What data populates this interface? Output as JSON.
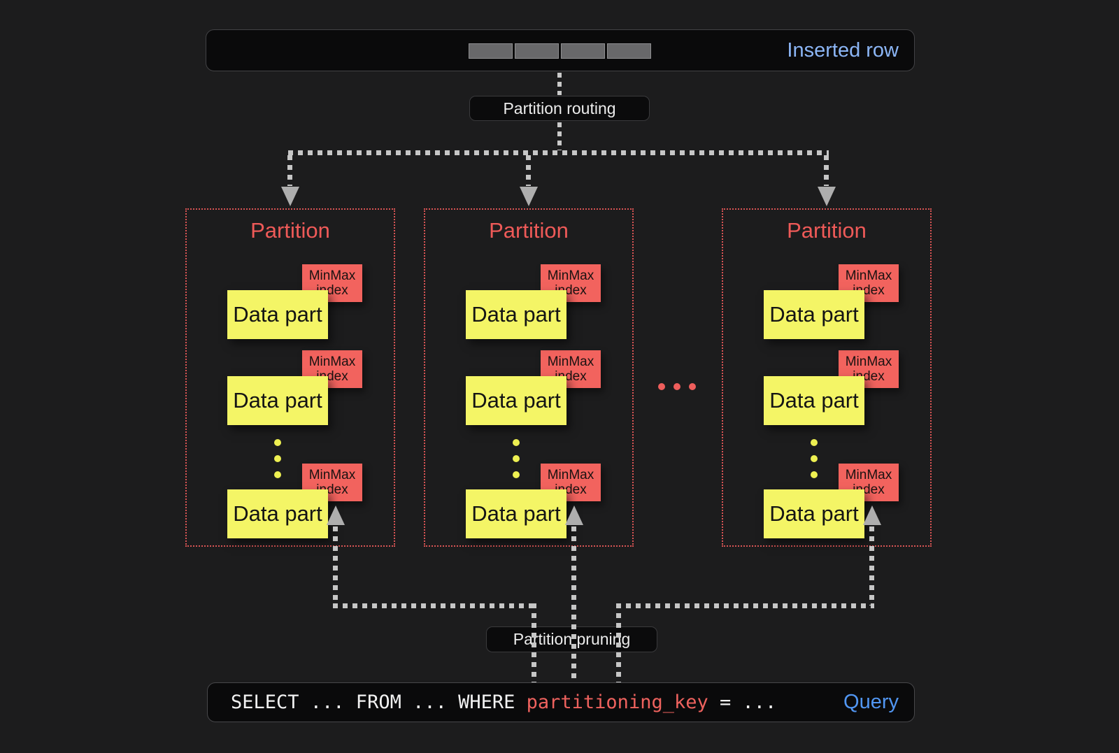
{
  "colors": {
    "background": "#1c1c1d",
    "bar_background": "#0a0a0b",
    "inserted_row_blue": "#8cb6f6",
    "query_blue": "#5196f2",
    "partition_border_red": "#d95454",
    "partition_title_red": "#ee5a58",
    "minmax_salmon": "#f2635e",
    "datapart_yellow": "#f4f566",
    "dash_gray": "#c6c6c6"
  },
  "inserted_row_bar": {
    "label": "Inserted row",
    "segment_count": 4
  },
  "partition_routing": {
    "label": "Partition routing"
  },
  "partitions": [
    {
      "title": "Partition",
      "parts": [
        {
          "label": "Data part",
          "index_label": "MinMax index"
        },
        {
          "label": "Data part",
          "index_label": "MinMax index"
        },
        {
          "label": "Data part",
          "index_label": "MinMax index"
        }
      ]
    },
    {
      "title": "Partition",
      "parts": [
        {
          "label": "Data part",
          "index_label": "MinMax index"
        },
        {
          "label": "Data part",
          "index_label": "MinMax index"
        },
        {
          "label": "Data part",
          "index_label": "MinMax index"
        }
      ]
    },
    {
      "title": "Partition",
      "parts": [
        {
          "label": "Data part",
          "index_label": "MinMax index"
        },
        {
          "label": "Data part",
          "index_label": "MinMax index"
        },
        {
          "label": "Data part",
          "index_label": "MinMax index"
        }
      ]
    }
  ],
  "ellipsis_dots_between_partitions": 3,
  "partition_pruning": {
    "label": "Partition pruning"
  },
  "query_bar": {
    "sql_before_key": "SELECT ... FROM ... WHERE ",
    "key": "partitioning_key",
    "sql_after_key": " = ...",
    "label": "Query"
  }
}
